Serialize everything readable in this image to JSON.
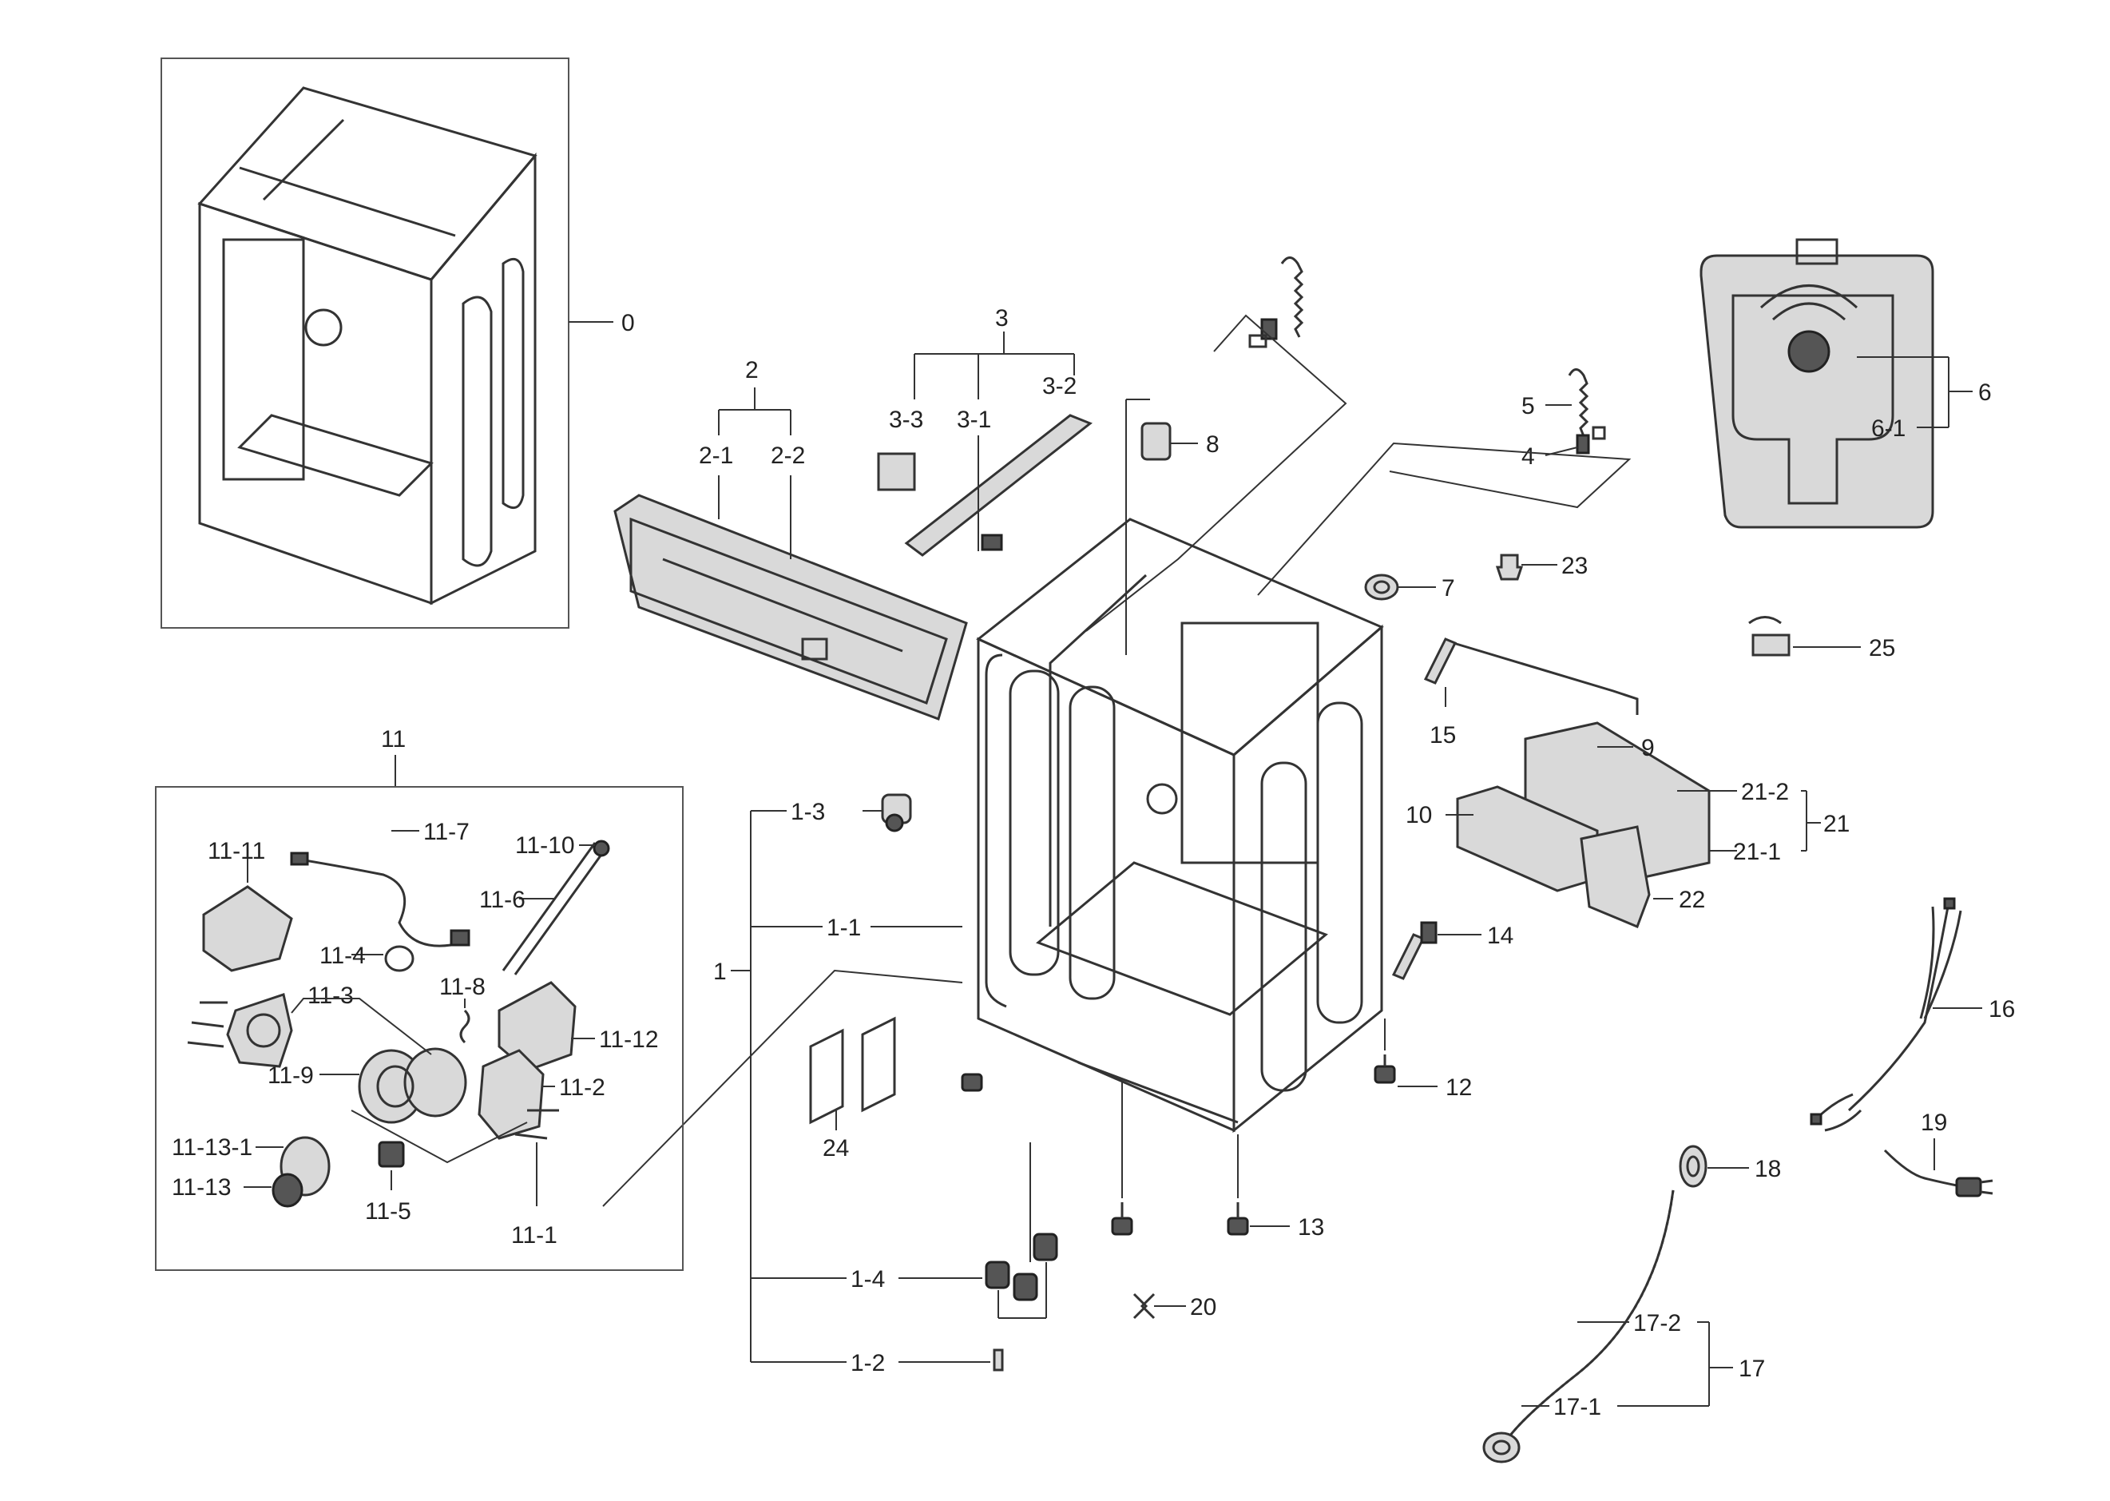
{
  "callouts": {
    "c0": "0",
    "c1": "1",
    "c1_1": "1-1",
    "c1_2": "1-2",
    "c1_3": "1-3",
    "c1_4": "1-4",
    "c2": "2",
    "c2_1": "2-1",
    "c2_2": "2-2",
    "c3": "3",
    "c3_1": "3-1",
    "c3_2": "3-2",
    "c3_3": "3-3",
    "c4": "4",
    "c5": "5",
    "c6": "6",
    "c6_1": "6-1",
    "c7": "7",
    "c8": "8",
    "c9": "9",
    "c10": "10",
    "c11": "11",
    "c11_1": "11-1",
    "c11_2": "11-2",
    "c11_3": "11-3",
    "c11_4": "11-4",
    "c11_5": "11-5",
    "c11_6": "11-6",
    "c11_7": "11-7",
    "c11_8": "11-8",
    "c11_9": "11-9",
    "c11_10": "11-10",
    "c11_11": "11-11",
    "c11_12": "11-12",
    "c11_13": "11-13",
    "c11_13_1": "11-13-1",
    "c12": "12",
    "c13": "13",
    "c14": "14",
    "c15": "15",
    "c16": "16",
    "c17": "17",
    "c17_1": "17-1",
    "c17_2": "17-2",
    "c18": "18",
    "c19": "19",
    "c20": "20",
    "c21": "21",
    "c21_1": "21-1",
    "c21_2": "21-2",
    "c22": "22",
    "c23": "23",
    "c24": "24",
    "c25": "25"
  }
}
